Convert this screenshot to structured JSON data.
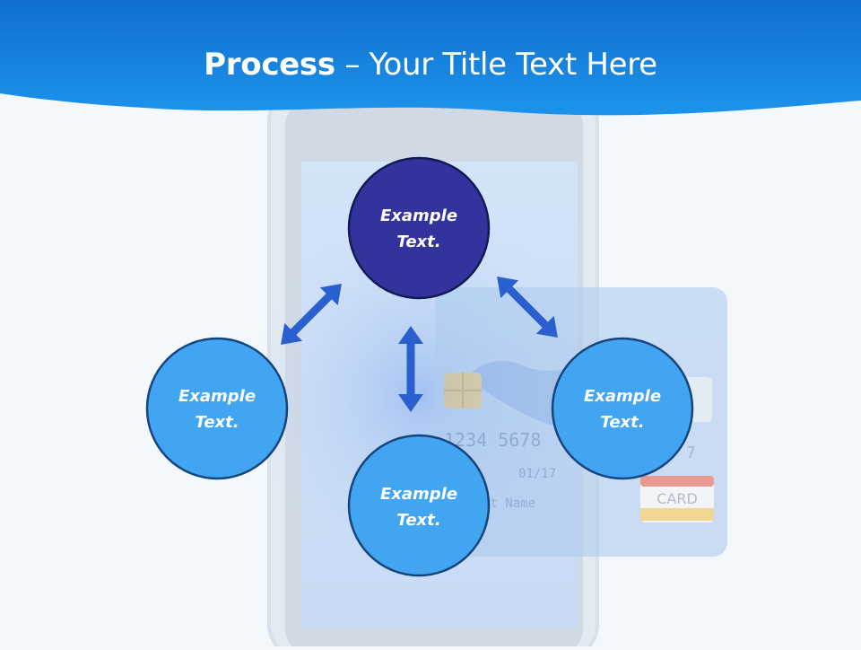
{
  "header": {
    "title_bold": "Process",
    "title_dash": " – ",
    "title_rest": "Your Title Text Here"
  },
  "diagram": {
    "nodes": [
      {
        "id": "top",
        "line1": "Example",
        "line2": "Text."
      },
      {
        "id": "left",
        "line1": "Example",
        "line2": "Text."
      },
      {
        "id": "bottom",
        "line1": "Example",
        "line2": "Text."
      },
      {
        "id": "right",
        "line1": "Example",
        "line2": "Text."
      }
    ],
    "card": {
      "number": "1234  5678",
      "date": "01/17",
      "name": "st Name",
      "brand": "CARD"
    }
  },
  "colors": {
    "header_blue": "#1586e0",
    "top_node": "#33339e",
    "side_node": "#42a5f2",
    "arrow": "#2a5fd0"
  }
}
